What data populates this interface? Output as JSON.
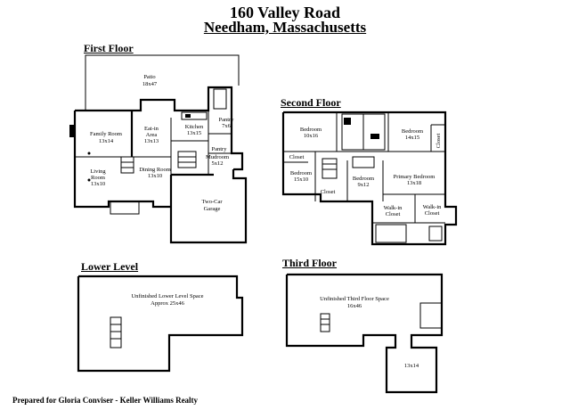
{
  "header": {
    "address_line": "160 Valley Road",
    "city_line": "Needham, Massachusetts"
  },
  "sections": {
    "first_floor": "First Floor",
    "second_floor": "Second Floor",
    "lower_level": "Lower Level",
    "third_floor": "Third Floor"
  },
  "first_floor_rooms": {
    "patio": [
      "Patio",
      "18x47"
    ],
    "family_room": [
      "Family Room",
      "13x14"
    ],
    "eat_in": [
      "Eat-in",
      "Area",
      "13x13"
    ],
    "kitchen": [
      "Kitchen",
      "13x15"
    ],
    "pantry": [
      "Pantry",
      "7x6"
    ],
    "living_room": [
      "Living",
      "Room",
      "13x10"
    ],
    "dining_room": [
      "Dining Room",
      "13x10"
    ],
    "pantry2": [
      "Pantry"
    ],
    "mudroom": [
      "Mudroom",
      "5x12"
    ],
    "garage": [
      "Two-Car",
      "Garage"
    ]
  },
  "second_floor_rooms": {
    "bedroom_a": [
      "Bedroom",
      "10x16"
    ],
    "bedroom_b": [
      "Bedroom",
      "14x15"
    ],
    "closet_right": [
      "Closet"
    ],
    "closet_left": [
      "Closet"
    ],
    "bedroom_c": [
      "Bedroom",
      "15x10"
    ],
    "closet_mid": [
      "Closet"
    ],
    "bedroom_d": [
      "Bedroom",
      "9x12"
    ],
    "primary": [
      "Primary Bedroom",
      "13x18"
    ],
    "walkin_a": [
      "Walk-in",
      "Closet"
    ],
    "walkin_b": [
      "Walk-in",
      "Closet"
    ]
  },
  "lower_level": {
    "space": [
      "Unfinished Lower Level Space",
      "Approx 25x46"
    ]
  },
  "third_floor": {
    "space": [
      "Unfinished Third Floor Space",
      "16x46"
    ],
    "room": [
      "13x14"
    ]
  },
  "footer": "Prepared for Gloria Conviser - Keller Williams Realty"
}
